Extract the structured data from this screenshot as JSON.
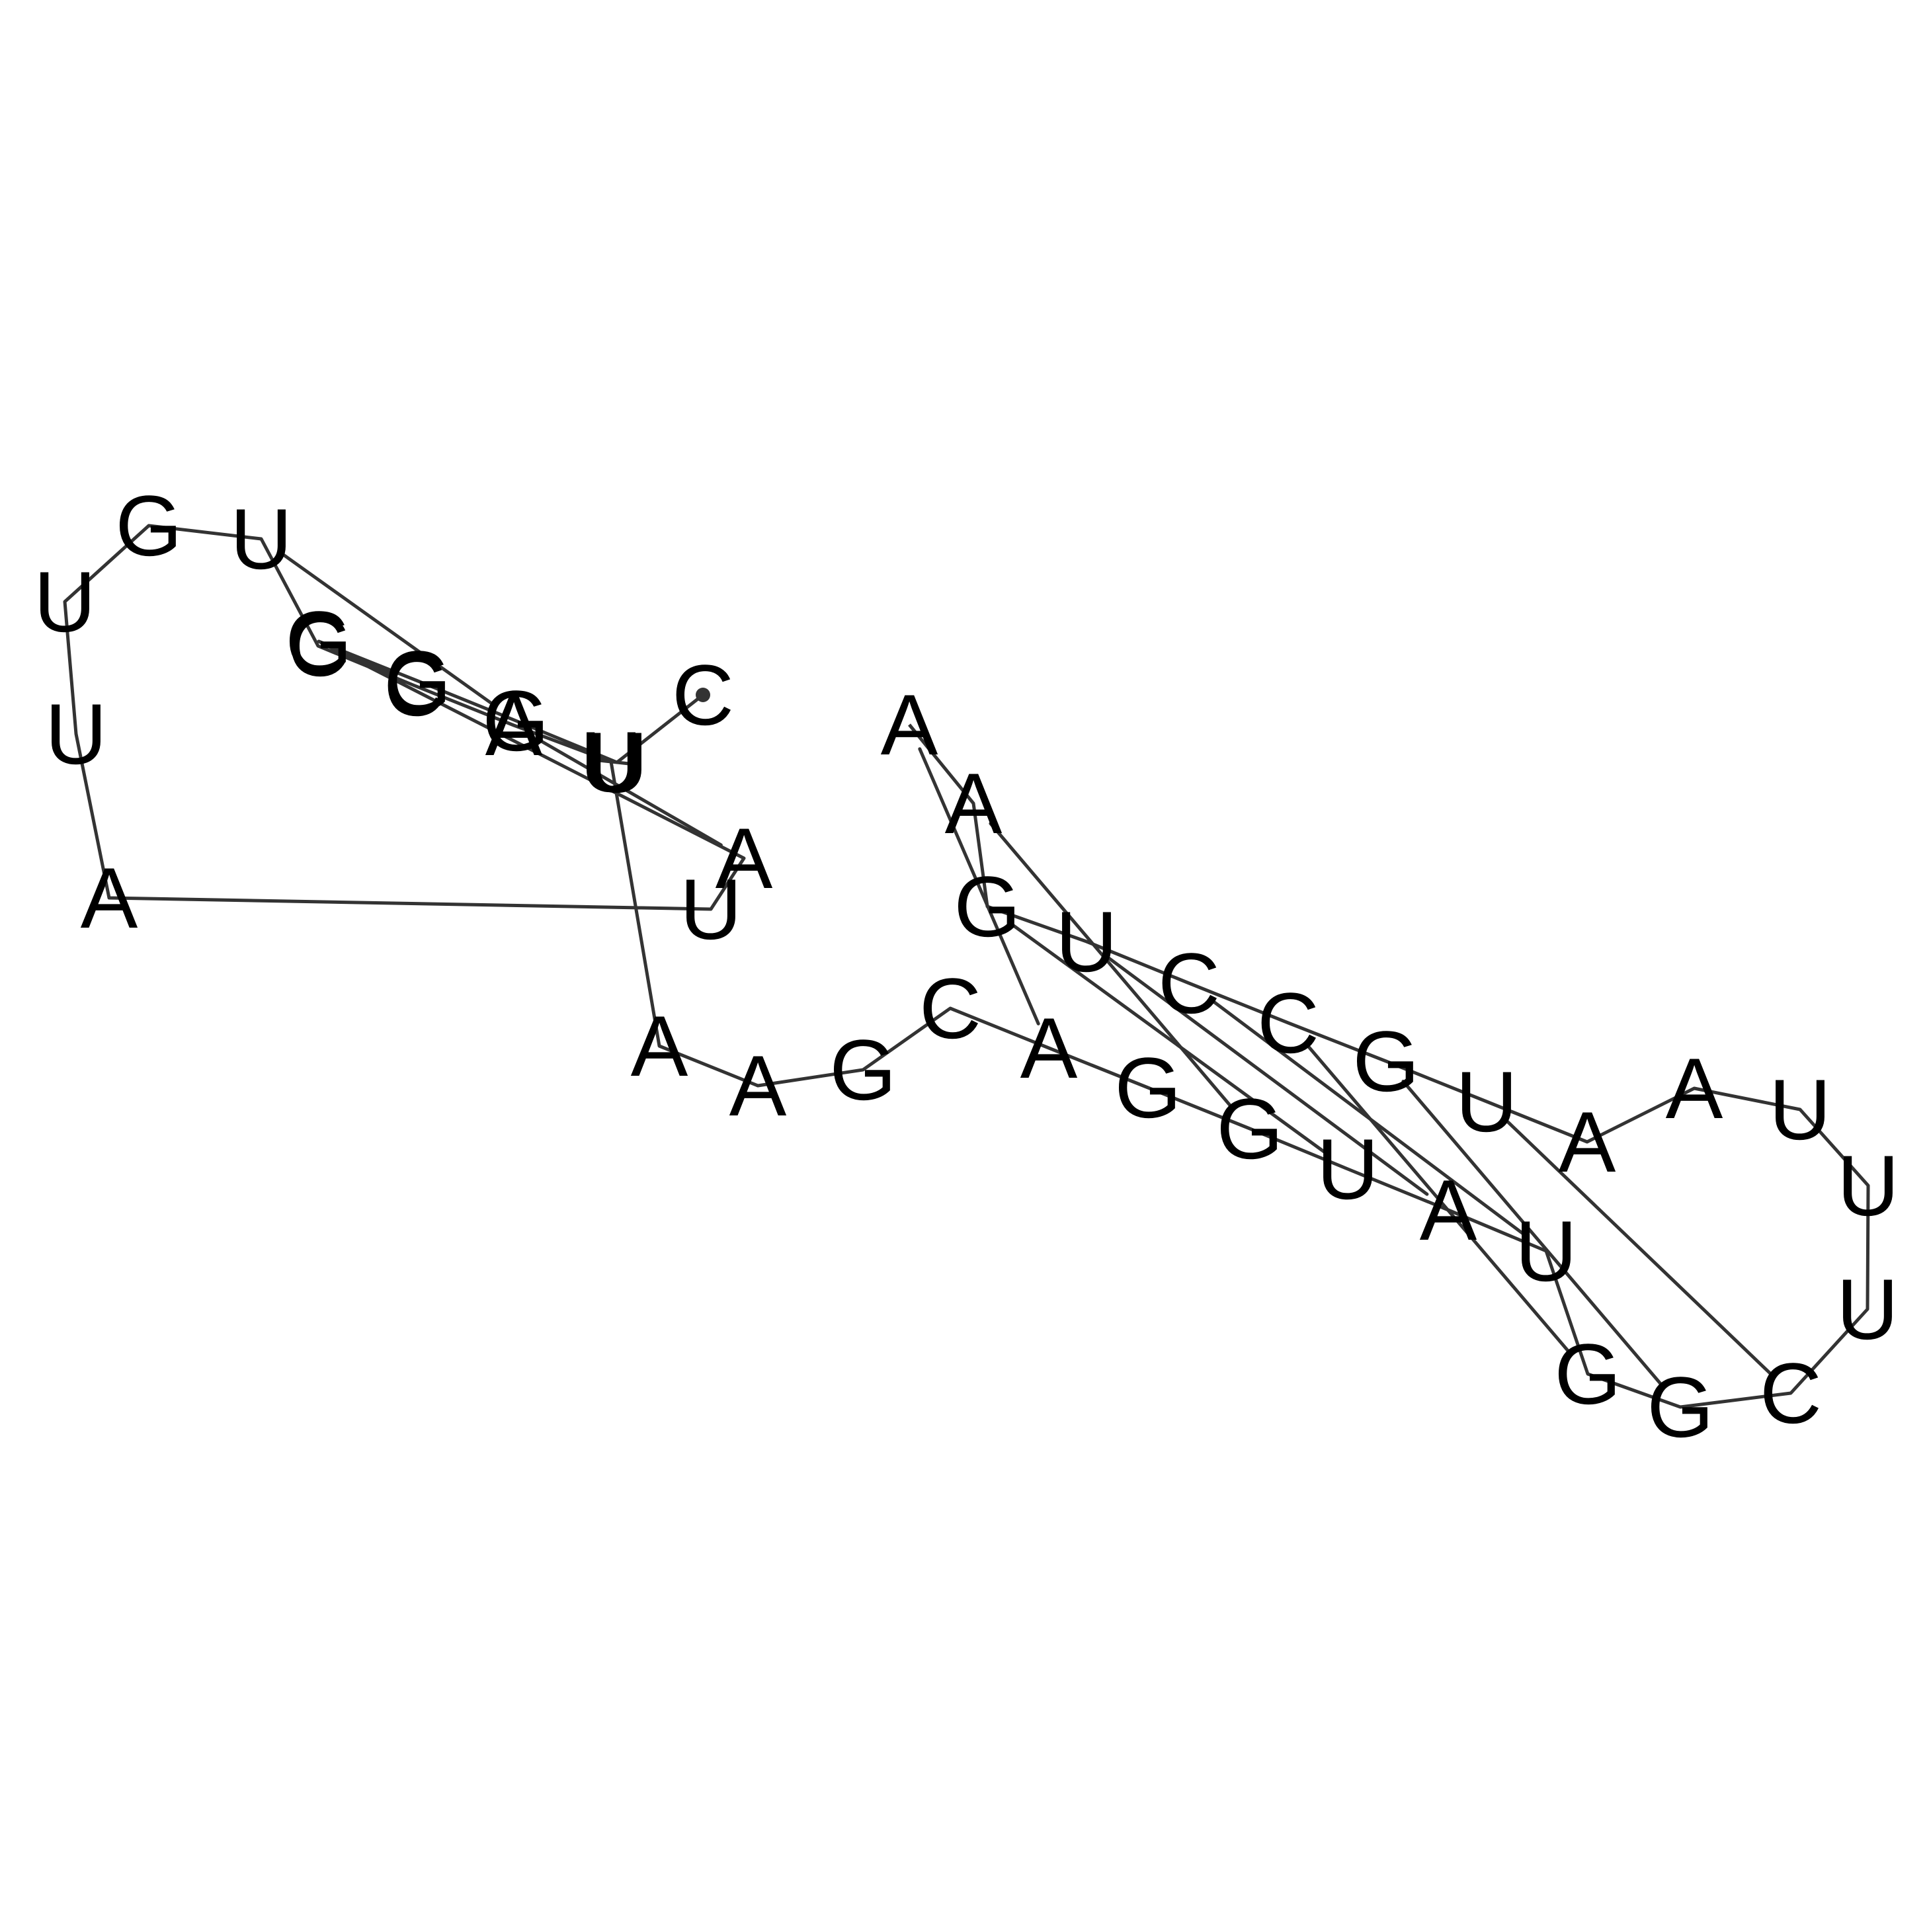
{
  "diagram": {
    "type": "rna-secondary-structure",
    "sequence": [
      "C",
      "U",
      "G",
      "G",
      "G",
      "A",
      "U",
      "A",
      "U",
      "U",
      "G",
      "U",
      "C",
      "C",
      "A",
      "U",
      "A",
      "A",
      "G",
      "C",
      "A",
      "G",
      "G",
      "U",
      "A",
      "U",
      "G",
      "G",
      "C",
      "U",
      "U",
      "U",
      "A",
      "A",
      "U",
      "G",
      "C",
      "C",
      "U",
      "G",
      "A",
      "A"
    ],
    "pairs": [
      [
        2,
        11
      ],
      [
        3,
        12
      ],
      [
        4,
        13
      ],
      [
        5,
        14
      ],
      [
        1,
        15
      ],
      [
        20,
        41
      ],
      [
        22,
        40
      ],
      [
        23,
        39
      ],
      [
        24,
        38
      ],
      [
        25,
        37
      ],
      [
        26,
        36
      ],
      [
        27,
        35
      ],
      [
        28,
        34
      ]
    ],
    "backbone_color": "#333333",
    "pair_color": "#333333",
    "terminal_marker_color": "#333333",
    "text_color": "#000000"
  }
}
